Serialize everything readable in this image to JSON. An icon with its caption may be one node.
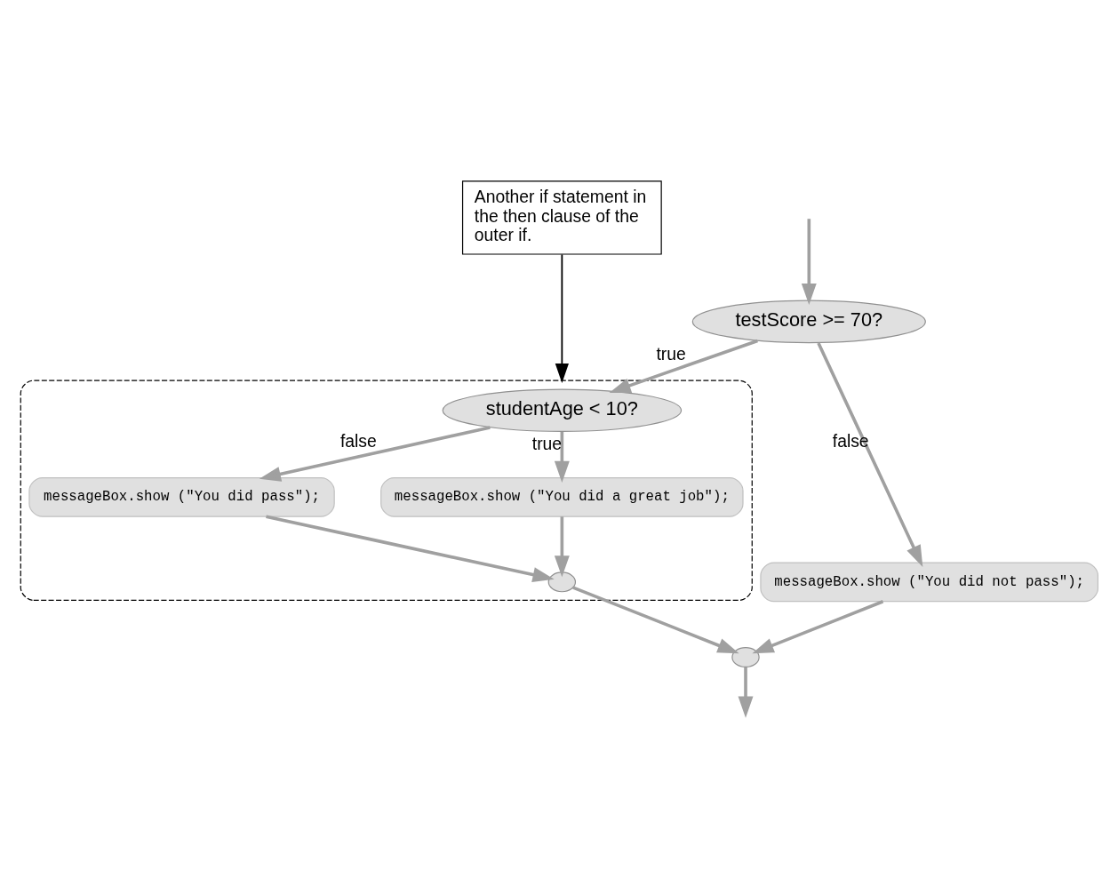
{
  "diagram": {
    "nodes": [
      {
        "text": [
          "testScore >= 70?"
        ]
      },
      {
        "text": [
          "messageBox.show (\"You did not pass\");"
        ]
      },
      {
        "text": [],
        "shape": "box"
      },
      {
        "text": [
          "studentAge < 10?"
        ],
        "in": 2
      },
      {
        "text": [
          "messageBox.show (\"You did pass\");"
        ],
        "in": 2
      },
      {
        "text": [
          "messageBox.show (\"You did a great job\");"
        ],
        "in": 2
      },
      {
        "text": [],
        "shape": "circle",
        "in": 2
      },
      {
        "text": [],
        "shape": "circle"
      },
      {
        "text": [
          "Another if statement in the then clause of the outer if."
        ]
      }
    ],
    "edges": [
      {
        "from": null,
        "to": 0,
        "arrow": "to"
      },
      {
        "from": 0,
        "to": 1,
        "label": "false",
        "arrow": "to"
      },
      {
        "from": 0,
        "to": 3,
        "label": "true",
        "arrow": "to"
      },
      {
        "from": 3,
        "to": 4,
        "label": "false",
        "arrow": "to"
      },
      {
        "from": 3,
        "to": 5,
        "label": "true",
        "arrow": "to"
      },
      {
        "from": 4,
        "to": 6,
        "arrow": "to"
      },
      {
        "from": 5,
        "to": 6,
        "arrow": "to"
      },
      {
        "from": 1,
        "to": 7,
        "arrow": "to"
      },
      {
        "from": 6,
        "to": 7,
        "arrow": "to"
      },
      {
        "from": 7,
        "to": null,
        "arrow": "to"
      },
      {
        "from": 8,
        "to": 2,
        "arrow": "to",
        "color": "#000000"
      }
    ]
  }
}
